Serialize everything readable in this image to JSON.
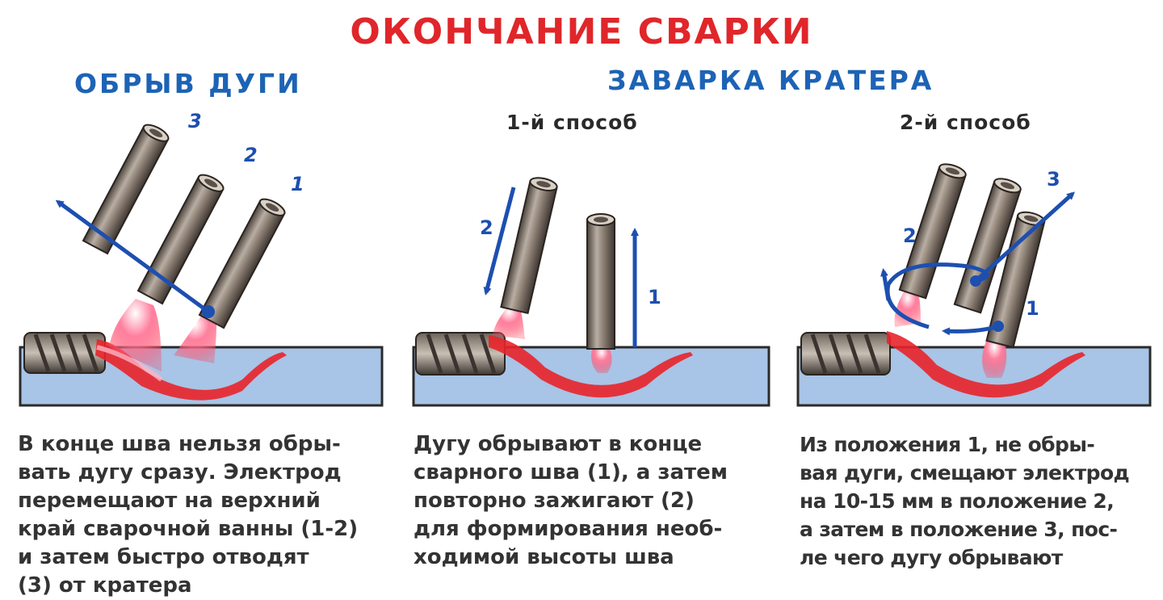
{
  "title": "ОКОНЧАНИЕ СВАРКИ",
  "sections": {
    "arc_break": "ОБРЫВ  ДУГИ",
    "crater_fill": "ЗАВАРКА КРАТЕРА"
  },
  "methods": {
    "first": "1-й способ",
    "second": "2-й способ"
  },
  "panel1": {
    "labels": [
      "1",
      "2",
      "3"
    ],
    "text": [
      "В конце шва нельзя обры-",
      "вать дугу сразу. Электрод",
      "перемещают на верхний",
      "край сварочной ванны (1-2)",
      "и затем быстро отводят",
      "(3) от кратера"
    ]
  },
  "panel2": {
    "labels": [
      "1",
      "2"
    ],
    "text": [
      "Дугу обрывают в конце",
      "сварного шва (1), а затем",
      "повторно зажигают (2)",
      "для формирования необ-",
      "ходимой высоты шва"
    ]
  },
  "panel3": {
    "labels": [
      "1",
      "2",
      "3"
    ],
    "text": [
      "Из положения 1, не обры-",
      "вая дуги, смещают электрод",
      "на 10-15 мм в положение 2,",
      "а затем в положение 3, пос-",
      "ле чего дугу обрывают"
    ]
  },
  "colors": {
    "title": "#e0262a",
    "heading": "#1d63b5",
    "arrow": "#1d4fb0",
    "plate": "#a8c4e6",
    "weld_pool": "#e8232a",
    "electrode": "#8a7d72"
  }
}
